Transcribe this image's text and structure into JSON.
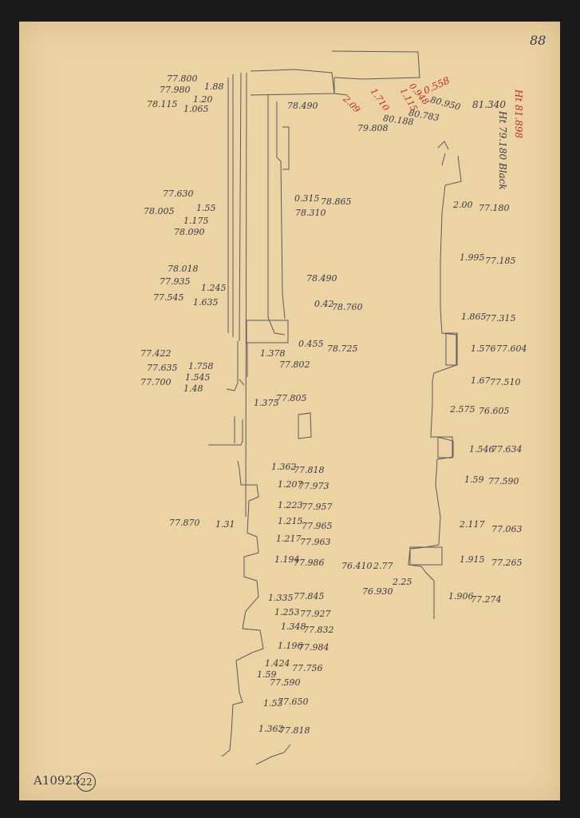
{
  "sheet_number": "88",
  "side_notes": {
    "ht_black": "Ht 79.180 Black",
    "ht_red": "Ht 81.898"
  },
  "catalog_id": "A10923",
  "circled_number": "22",
  "left_labels": [
    "77.800",
    "1.88",
    "77.980",
    "1.20",
    "78.115",
    "1.065",
    "78.490",
    "77.630",
    "1.55",
    "78.005",
    "1.175",
    "78.090",
    "0.315",
    "78.865",
    "78.310",
    "78.018",
    "77.935",
    "1.245",
    "77.545",
    "1.635",
    "78.490",
    "0.42",
    "78.760",
    "0.455",
    "78.725",
    "77.422",
    "1.758",
    "77.635",
    "1.545",
    "77.700",
    "1.48",
    "1.378",
    "77.802",
    "1.375",
    "77.805",
    "1.362",
    "77.818",
    "1.207",
    "77.973",
    "1.223",
    "77.957",
    "77.870",
    "1.31",
    "1.215",
    "77.965",
    "1.217",
    "77.963",
    "1.194",
    "77.986",
    "1.335",
    "77.845",
    "1.253",
    "77.927",
    "1.348",
    "77.832",
    "1.196",
    "77.984",
    "1.424",
    "77.756",
    "1.59",
    "77.590",
    "1.53",
    "77.650",
    "1.362",
    "77.818"
  ],
  "top_red_labels": [
    "0.558",
    "0.948",
    "1.115",
    "1.710",
    "2.09"
  ],
  "top_black_labels": [
    "81.340",
    "80.950",
    "80.783",
    "80.188",
    "79.808"
  ],
  "right_labels": [
    "2.00",
    "77.180",
    "1.995",
    "77.185",
    "1.865",
    "77.315",
    "1.576",
    "77.604",
    "1.67",
    "77.510",
    "2.575",
    "76.605",
    "1.546",
    "77.634",
    "1.59",
    "77.590",
    "2.117",
    "77.063",
    "1.915",
    "77.265",
    "76.410",
    "2.77",
    "2.25",
    "76.930",
    "1.906",
    "77.274"
  ],
  "colors": {
    "paper": "#ecd3a4",
    "pencil": "#3b3a45",
    "red_pencil": "#c2262a",
    "background": "#1b1b1b"
  }
}
